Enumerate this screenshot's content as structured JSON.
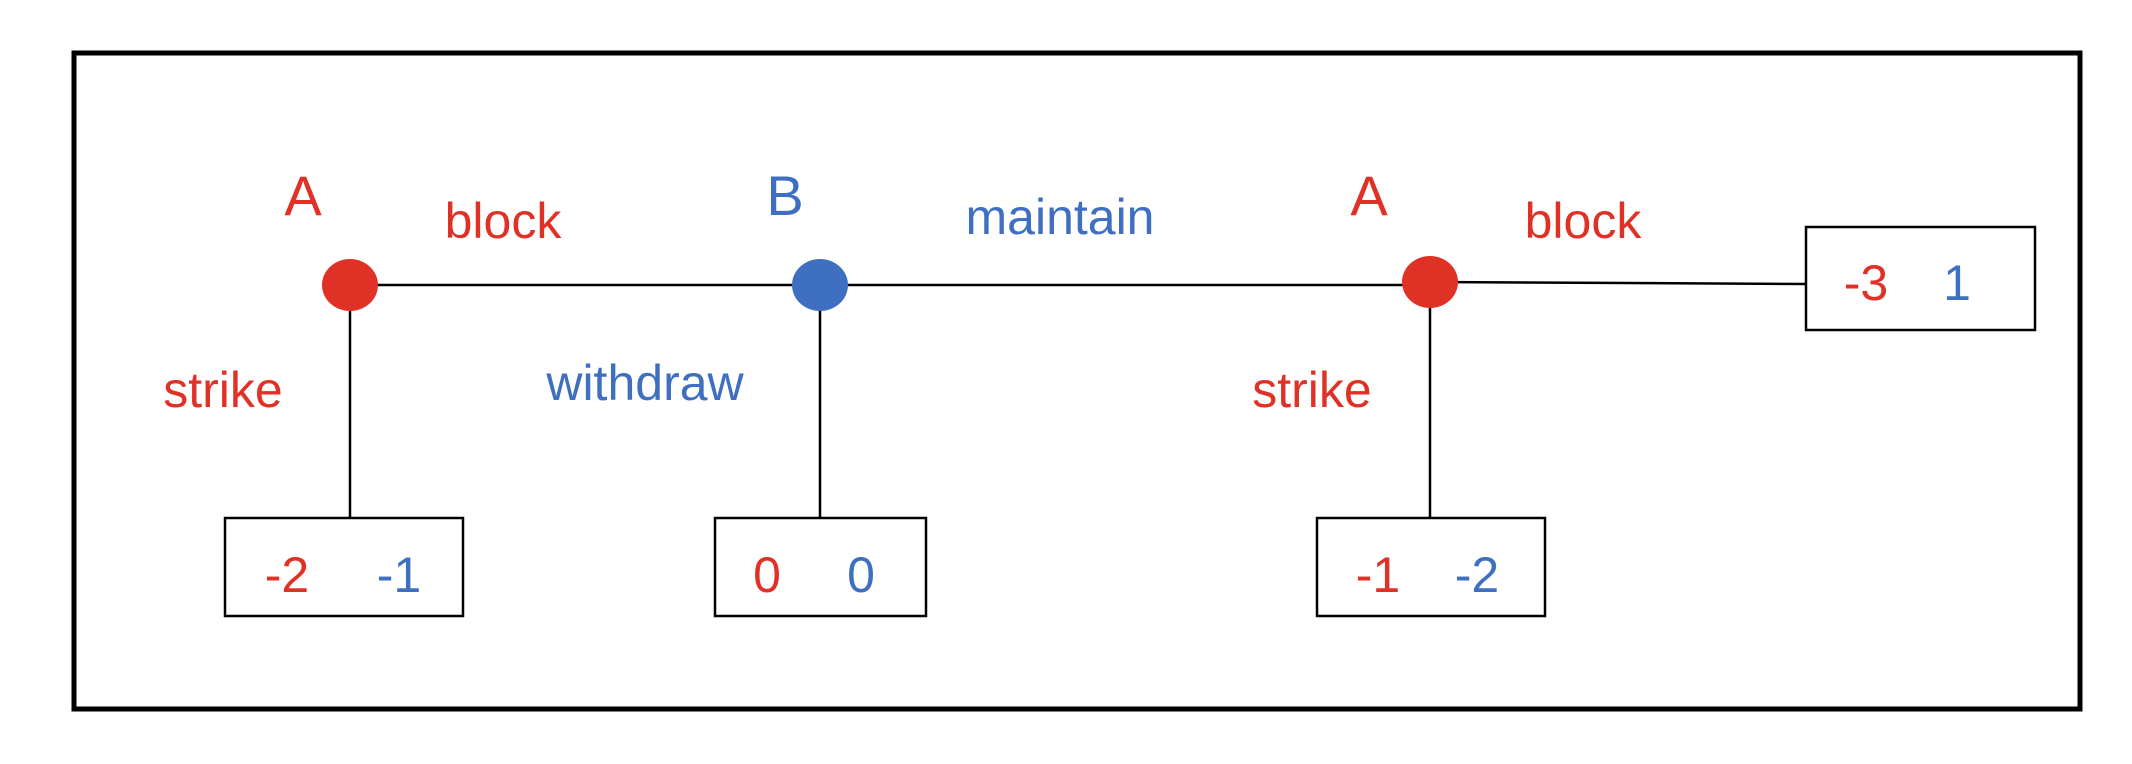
{
  "colors": {
    "player_a": "#e03127",
    "player_b": "#3f6fc0"
  },
  "nodes": {
    "a1": {
      "player": "A"
    },
    "b": {
      "player": "B"
    },
    "a2": {
      "player": "A"
    }
  },
  "actions": {
    "a1_block": "block",
    "a1_strike": "strike",
    "b_maintain": "maintain",
    "b_withdraw": "withdraw",
    "a2_block": "block",
    "a2_strike": "strike"
  },
  "payoffs": {
    "a1_strike": {
      "a": "-2",
      "b": "-1"
    },
    "b_withdraw": {
      "a": "0",
      "b": "0"
    },
    "a2_strike": {
      "a": "-1",
      "b": "-2"
    },
    "a2_block": {
      "a": "-3",
      "b": "1"
    }
  }
}
